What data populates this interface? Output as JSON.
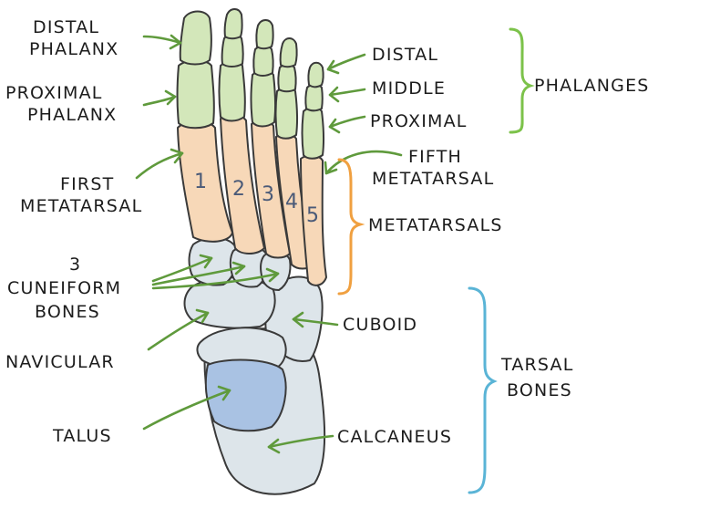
{
  "labels": {
    "distal_phalanx": [
      "DISTAL",
      "PHALANX"
    ],
    "proximal_phalanx": [
      "PROXIMAL",
      "PHALANX"
    ],
    "first_metatarsal": [
      "FIRST",
      "METATARSAL"
    ],
    "cuneiform": [
      "3",
      "CUNEIFORM",
      "BONES"
    ],
    "navicular": "NAVICULAR",
    "talus": "TALUS",
    "distal": "DISTAL",
    "middle": "MIDDLE",
    "proximal": "PROXIMAL",
    "phalanges": "PHALANGES",
    "fifth_metatarsal": [
      "FIFTH",
      "METATARSAL"
    ],
    "metatarsals": "METATARSALS",
    "cuboid": "CUBOID",
    "tarsal_bones": [
      "TARSAL",
      "BONES"
    ],
    "calcaneus": "CALCANEUS"
  },
  "metatarsal_numbers": [
    "1",
    "2",
    "3",
    "4",
    "5"
  ],
  "colors": {
    "phalanges": "#d3e7ba",
    "metatarsals": "#f7d8b8",
    "tarsals": "#dde5ea",
    "talus": "#a9c2e3",
    "arrows": "#5f9a3c",
    "bracket_phalanges": "#7cc24a",
    "bracket_metatarsals": "#f0a040",
    "bracket_tarsals": "#5ab4d6"
  }
}
